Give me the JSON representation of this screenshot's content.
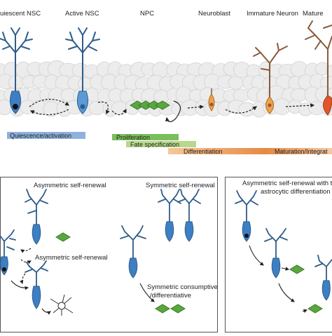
{
  "stages": {
    "quiescent": "uiescent NSC",
    "active": "Active NSC",
    "npc": "NPC",
    "neuroblast": "Neuroblast",
    "immature": "Immature Neuron",
    "mature": "Mature"
  },
  "bars": {
    "quiescence": "Quiescence/activation",
    "proliferation": "Proliferation",
    "fate": "Fate specification",
    "differentiation": "Differentiation",
    "maturation": "Maturation/Integrat"
  },
  "panels": {
    "asym_top": "Asymmetric self-renewal",
    "sym": "Symmetric self-renewal",
    "asym_mid": "Asymmetric self-renewal",
    "consumptive_1": "Symmetric consumptive",
    "consumptive_2": "/differentiative",
    "right_1": "Asymmetric self-renewal with te",
    "right_2": "astrocytic differentiation"
  },
  "colors": {
    "nsc_blue": "#3d7fc4",
    "nsc_dark": "#2f5d8a",
    "npc_green": "#5aa63f",
    "neuroblast_orange": "#f0a24a",
    "neuron_brown": "#8a5a3c",
    "mature_red": "#e0552b",
    "bar_blue": "#8fb2dd",
    "bar_green": "#7bbf5c",
    "bar_lightgreen": "#b8d88a",
    "bar_orange": "#e59a55",
    "tissue": "#e6e6e6"
  }
}
